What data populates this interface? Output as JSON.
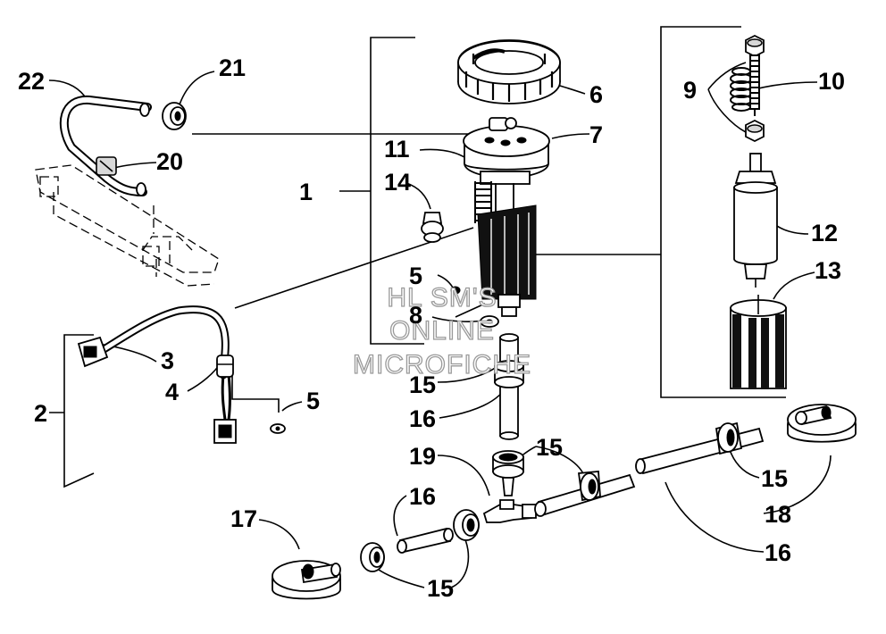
{
  "watermark": {
    "line1": "HL SM'S",
    "line2": "ONLINE",
    "line3": "MICROFICHE"
  },
  "callouts": {
    "c1": "1",
    "c2": "2",
    "c3": "3",
    "c4": "4",
    "c5a": "5",
    "c5b": "5",
    "c6": "6",
    "c7": "7",
    "c8": "8",
    "c9": "9",
    "c10": "10",
    "c11": "11",
    "c12": "12",
    "c13": "13",
    "c14": "14",
    "c15a": "15",
    "c15b": "15",
    "c15c": "15",
    "c15d": "15",
    "c16a": "16",
    "c16b": "16",
    "c16c": "16",
    "c17": "17",
    "c18": "18",
    "c19": "19",
    "c20": "20",
    "c21": "21",
    "c22": "22"
  }
}
